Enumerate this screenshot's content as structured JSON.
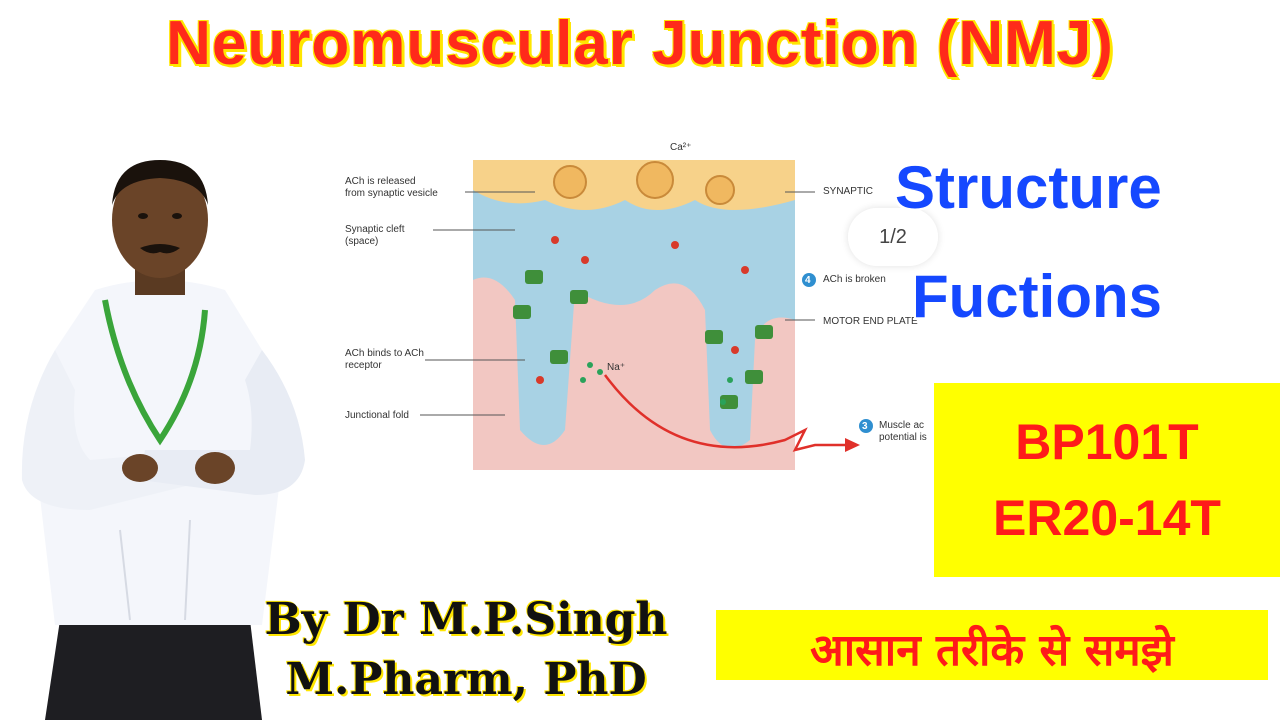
{
  "title": "Neuromuscular Junction (NMJ)",
  "subtitles": [
    "Structure",
    "Fuctions"
  ],
  "codes": [
    "BP101T",
    "ER20-14T"
  ],
  "hindi_tagline": "आसान तरीके से समझे",
  "author": {
    "line1": "By Dr M.P.Singh",
    "line2": "M.Pharm, PhD"
  },
  "page_indicator": "1/2",
  "diagram": {
    "labels": {
      "ach_released": "ACh is released\nfrom synaptic vesicle",
      "synaptic_cleft": "Synaptic cleft\n(space)",
      "ach_binds": "ACh binds to ACh\nreceptor",
      "junctional_fold": "Junctional fold",
      "synaptic": "SYNAPTIC",
      "ach_broken": "ACh is broken",
      "motor_end_plate": "MOTOR END PLATE",
      "muscle_action": "Muscle ac\npotential is",
      "na": "Na⁺",
      "ca": "Ca²⁺",
      "step4": "4",
      "step3": "3"
    }
  },
  "colors": {
    "title_red": "#ff2a1a",
    "title_outline_yellow": "#ffe600",
    "subtitle_blue": "#1548ff",
    "box_yellow": "#ffff00",
    "code_red": "#ff1a1a"
  }
}
